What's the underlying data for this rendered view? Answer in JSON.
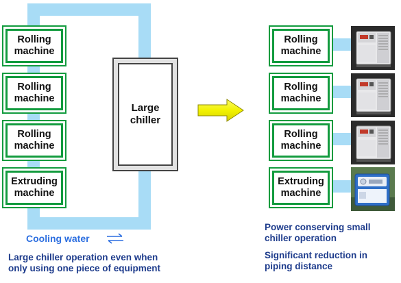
{
  "left": {
    "machines": [
      {
        "label": "Rolling\nmachine"
      },
      {
        "label": "Rolling\nmachine"
      },
      {
        "label": "Rolling\nmachine"
      },
      {
        "label": "Extruding\nmachine"
      }
    ],
    "chiller_label": "Large\nchiller",
    "cooling_label": "Cooling water",
    "cooling_icon": "bidirectional-arrows-icon",
    "caption": "Large chiller operation even when\nonly using one piece of equipment"
  },
  "arrow": {
    "icon": "right-arrow-icon",
    "color": "#f2f200"
  },
  "right": {
    "machines": [
      {
        "label": "Rolling\nmachine",
        "photo": "small-chiller-photo"
      },
      {
        "label": "Rolling\nmachine",
        "photo": "small-chiller-photo"
      },
      {
        "label": "Rolling\nmachine",
        "photo": "small-chiller-photo"
      },
      {
        "label": "Extruding\nmachine",
        "photo": "blue-chiller-photo"
      }
    ],
    "caption1": "Power conserving small\nchiller operation",
    "caption2": "Significant reduction in\npiping distance"
  },
  "colors": {
    "pipe": "#a8dcf6",
    "frame": "#129b3e",
    "text_blue": "#1e3c8c",
    "cooling_blue": "#2d6fe0"
  }
}
